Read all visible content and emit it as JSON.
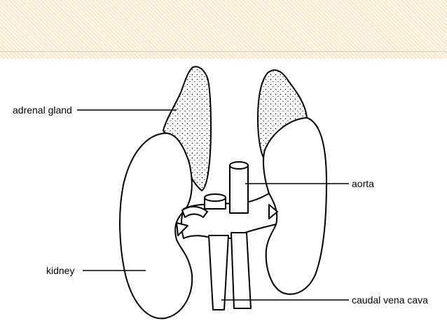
{
  "labels": {
    "adrenal_gland": "adrenal gland",
    "aorta": "aorta",
    "kidney": "kidney",
    "caudal_vena_cava": "caudal vena cava"
  },
  "colors": {
    "header_band": "#fdf6e6",
    "header_stripe": "#e8cf95",
    "outline": "#000000"
  }
}
